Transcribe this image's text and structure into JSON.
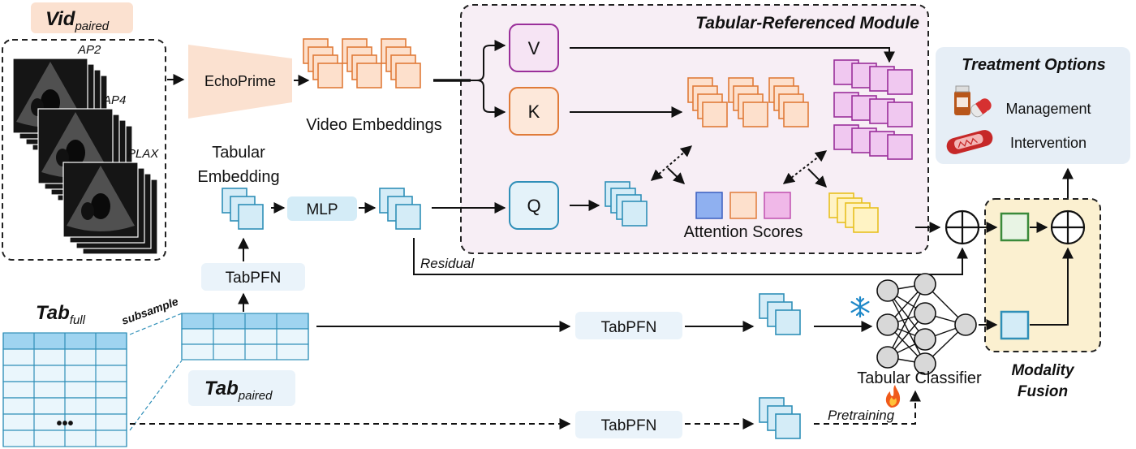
{
  "vid_paired": {
    "main": "Vid",
    "sub": "paired"
  },
  "views": [
    "AP2",
    "AP4",
    "PLAX"
  ],
  "echoprime": "EchoPrime",
  "video_embeddings": "Video Embeddings",
  "tabular_embedding": [
    "Tabular",
    "Embedding"
  ],
  "mlp": "MLP",
  "residual": "Residual",
  "module_title": "Tabular-Referenced Module",
  "v": "V",
  "k": "K",
  "q": "Q",
  "attention_scores": "Attention Scores",
  "treatment": {
    "title": "Treatment Options",
    "options": [
      "Management",
      "Intervention"
    ]
  },
  "tabpfn": "TabPFN",
  "tab_full": {
    "main": "Tab",
    "sub": "full"
  },
  "tab_paired": {
    "main": "Tab",
    "sub": "paired"
  },
  "subsample": "subsample",
  "ellipsis": "•••",
  "tabular_classifier": "Tabular Classifier",
  "pretraining": "Pretraining",
  "modality_fusion": [
    "Modality",
    "Fusion"
  ],
  "colors": {
    "video": "#e07b39",
    "video_fill": "#fde0cc",
    "tab": "#2f8fb8",
    "tab_fill": "#d4ecf7",
    "v_purple": "#9a2f9a",
    "v_fill": "#f0c8f0",
    "attn_blue": "#8fb0f0",
    "attn_pink": "#f0b8e8",
    "yellow": "#e8c020",
    "yellow_fill": "#fff3c4",
    "green": "#3a8a3a",
    "module_bg": "#f7eef5",
    "fusion_bg": "#fbf0d0",
    "treat_bg": "#e6eef6",
    "tabpfn_bg": "#eaf3fa",
    "echo_bg": "#fbe1d0"
  }
}
